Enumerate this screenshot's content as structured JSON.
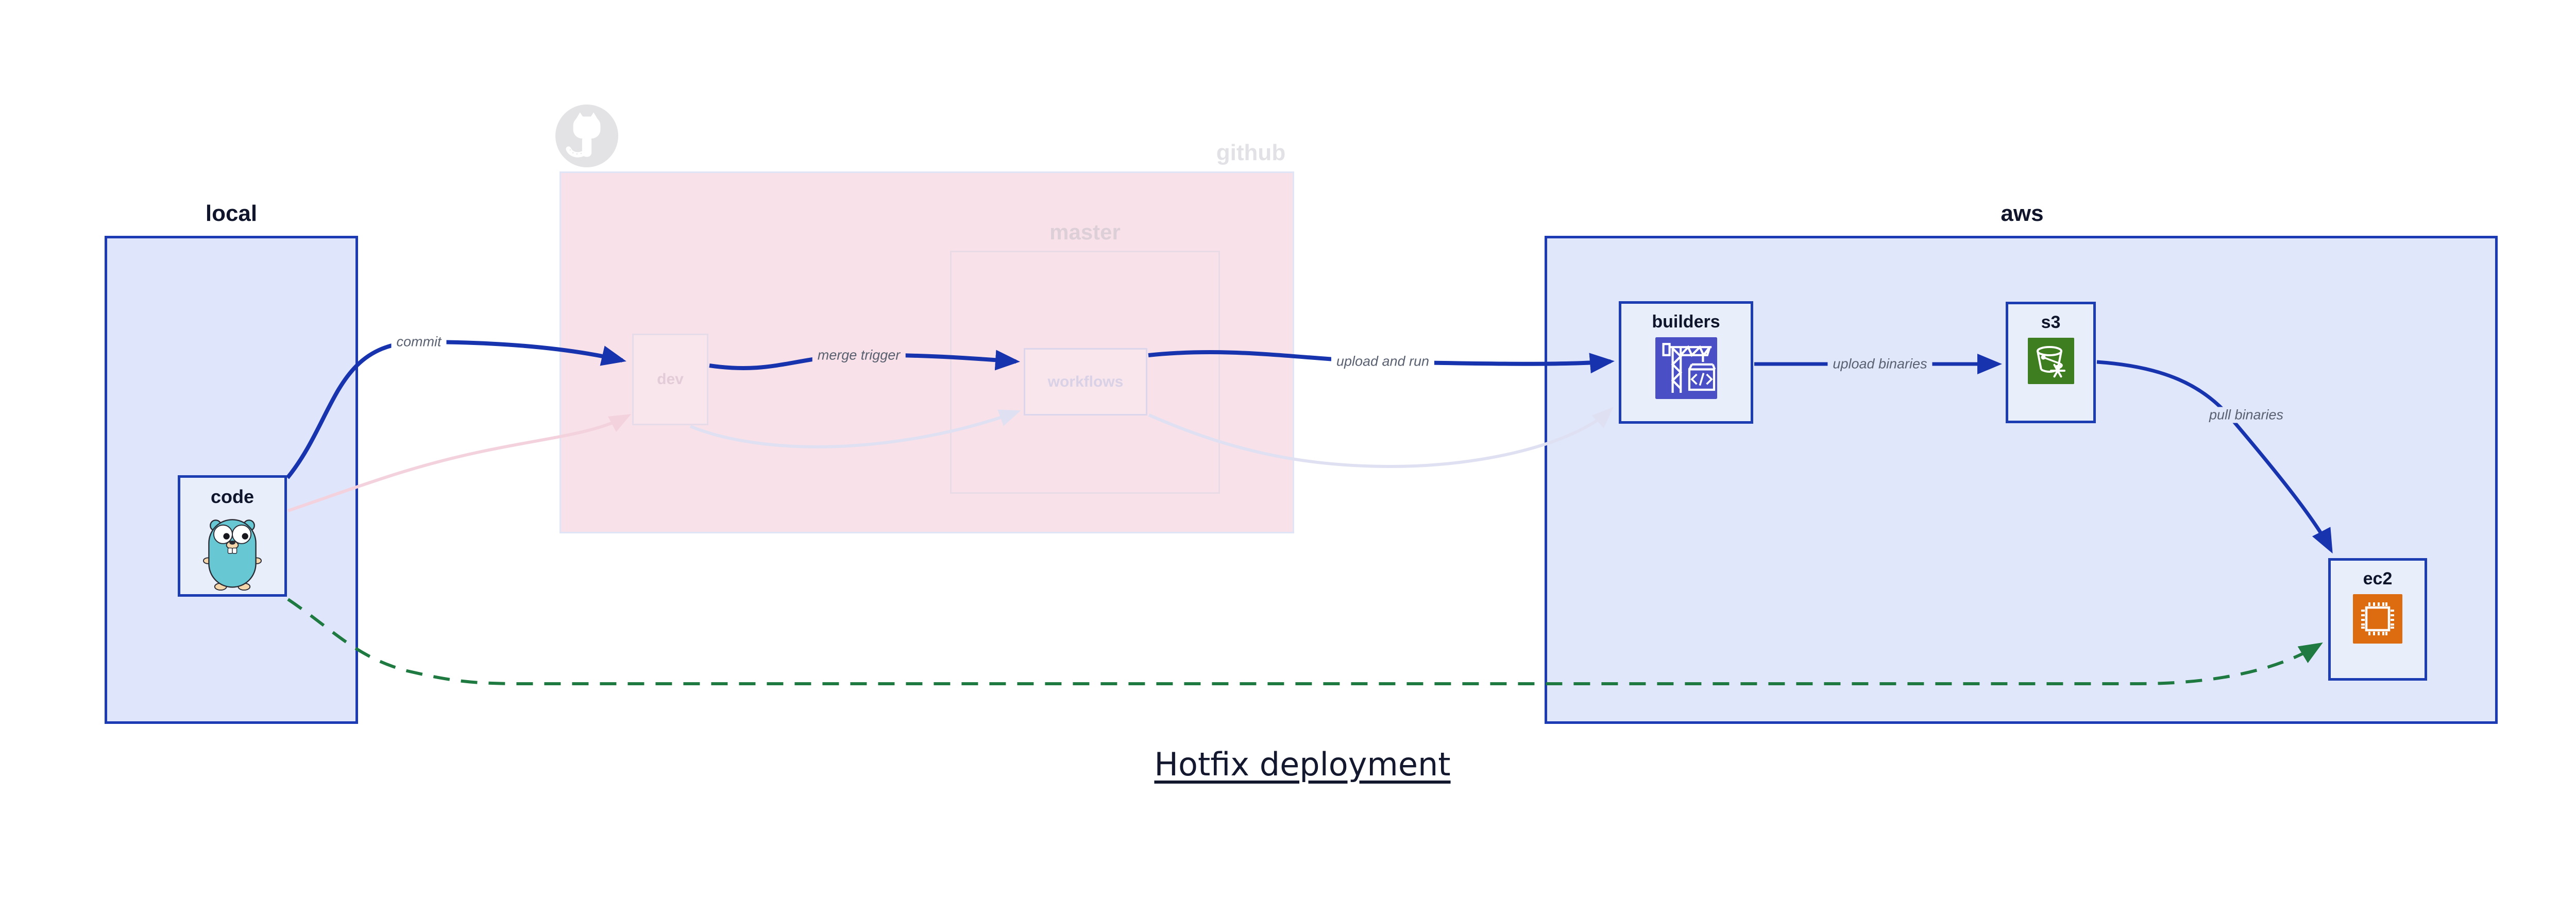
{
  "title": {
    "text": "Hotfix deployment"
  },
  "clusters": {
    "local": {
      "label": "local"
    },
    "github": {
      "label": "github"
    },
    "master": {
      "label": "master"
    },
    "aws": {
      "label": "aws"
    }
  },
  "nodes": {
    "code": {
      "label": "code",
      "icon": "go-gopher"
    },
    "dev": {
      "label": "dev"
    },
    "workflows": {
      "label": "workflows"
    },
    "builders": {
      "label": "builders",
      "icon": "construction-crane"
    },
    "s3": {
      "label": "s3",
      "icon": "bucket-snowflake"
    },
    "ec2": {
      "label": "ec2",
      "icon": "cpu-chip"
    }
  },
  "edges": [
    {
      "from": "code",
      "to": "dev",
      "label": "commit",
      "style": "blue-bold"
    },
    {
      "from": "dev",
      "to": "workflows",
      "label": "merge trigger",
      "style": "blue-bold"
    },
    {
      "from": "workflows",
      "to": "builders",
      "label": "upload and run",
      "style": "blue-bold"
    },
    {
      "from": "builders",
      "to": "s3",
      "label": "upload binaries",
      "style": "blue"
    },
    {
      "from": "s3",
      "to": "ec2",
      "label": "pull binaries",
      "style": "blue"
    },
    {
      "from": "code",
      "to": "ec2",
      "label": "",
      "style": "green-dashed"
    },
    {
      "from": "code",
      "to": "dev",
      "label": "",
      "style": "faded-pink"
    },
    {
      "from": "dev",
      "to": "workflows",
      "label": "",
      "style": "faded-lavender"
    },
    {
      "from": "workflows",
      "to": "builders",
      "label": "",
      "style": "faded-lavender"
    }
  ],
  "colors": {
    "edge_blue": "#1733ae",
    "edge_green": "#1e7a40",
    "edge_faded_pink": "#f3d2de",
    "edge_faded_lavender": "#dfe0f2",
    "local_fill": "#dfe5fa",
    "aws_fill": "#e0e7fb",
    "github_fill": "#f8e1e8",
    "node_fill": "#e9eefb",
    "builders_icon_bg": "#4a4fc6",
    "s3_icon_bg": "#3e7d20",
    "ec2_icon_bg": "#dd6b10",
    "octocat_grey": "#e3e3e5"
  }
}
